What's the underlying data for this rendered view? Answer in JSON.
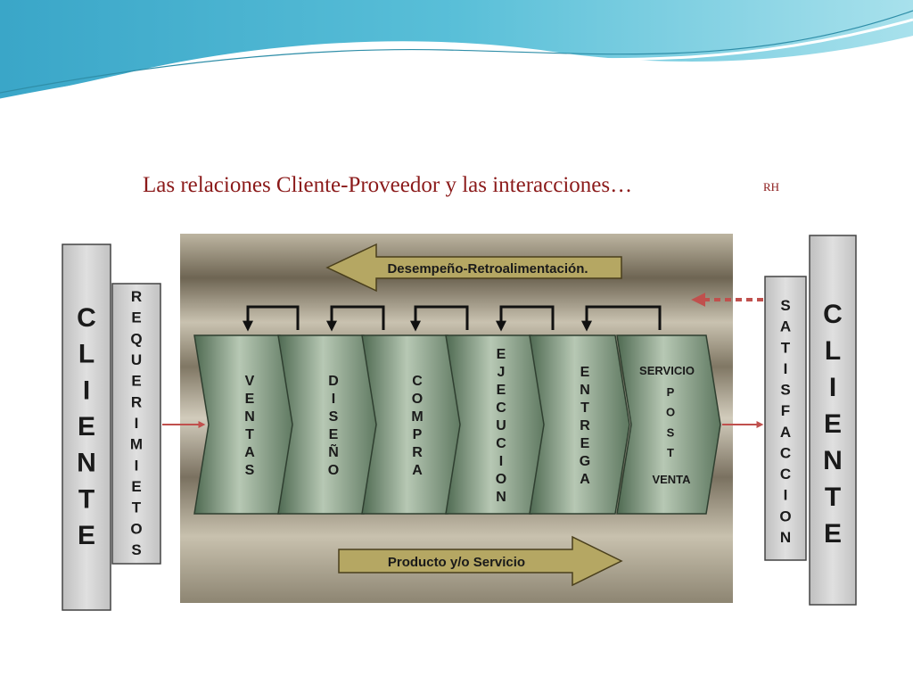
{
  "slide": {
    "title": "Las relaciones Cliente-Proveedor y las interacciones…",
    "tag": "RH"
  },
  "diagram": {
    "left_client": "CLIENTE",
    "requirements": "REQUERIMIETOS",
    "feedback": "Desempeño-Retroalimentación.",
    "product": "Producto y/o Servicio",
    "stages": [
      "VENTAS",
      "DISEÑO",
      "COMPRA",
      "EJECUCION",
      "ENTREGA"
    ],
    "last_stage": {
      "top": "SERVICIO",
      "middle": "POST",
      "bottom": "VENTA"
    },
    "satisfaction": "SATISFACCION",
    "right_client": "CLIENTE"
  },
  "colors": {
    "title": "#8b1a1a",
    "stage_fill": "#6f8a70",
    "arrow_fill": "#b5a763",
    "input_arrow": "#c0504d",
    "column_fill": "#d0d0d0"
  }
}
